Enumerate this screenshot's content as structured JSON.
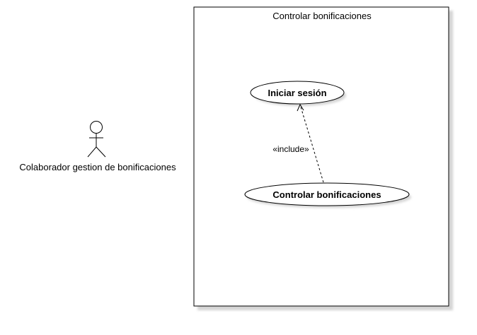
{
  "diagram": {
    "system_boundary": {
      "title": "Controlar bonificaciones"
    },
    "actor": {
      "name": "Colaborador gestion de bonificaciones"
    },
    "use_cases": [
      {
        "label": "Iniciar sesión"
      },
      {
        "label": "Controlar bonificaciones"
      }
    ],
    "relationships": [
      {
        "type": "include",
        "label": "«include»",
        "from": "Controlar bonificaciones",
        "to": "Iniciar sesión"
      }
    ]
  }
}
